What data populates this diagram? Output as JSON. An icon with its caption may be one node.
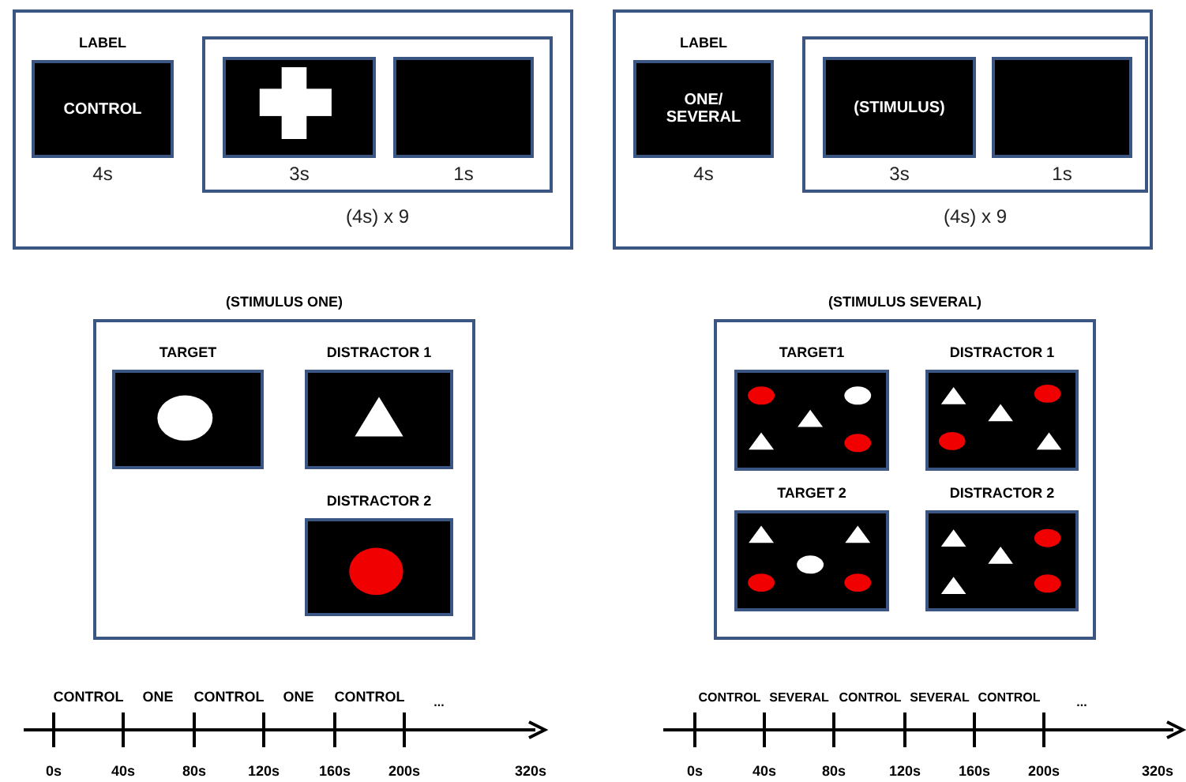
{
  "diagram": {
    "nodes": [
      {
        "text": [],
        "shape": "box"
      },
      {
        "text": [
          "LABEL",
          "CONTROL"
        ],
        "in": 0,
        "beside": [
          "4s"
        ]
      },
      {
        "text": [],
        "shape": "box",
        "in": 0,
        "beside": [
          "(4s) x 9"
        ]
      },
      {
        "text": [],
        "shape": "picture",
        "in": 2,
        "beside": [
          "3s"
        ]
      },
      {
        "text": [],
        "shape": "box",
        "in": 2,
        "beside": [
          "1s"
        ]
      },
      {
        "text": [],
        "shape": "box"
      },
      {
        "text": [
          "LABEL",
          "ONE/ SEVERAL"
        ],
        "in": 5,
        "beside": [
          "4s"
        ]
      },
      {
        "text": [],
        "shape": "box",
        "in": 5,
        "beside": [
          "(4s) x 9"
        ]
      },
      {
        "text": [
          "(STIMULUS)"
        ],
        "in": 7,
        "beside": [
          "3s"
        ]
      },
      {
        "text": [],
        "shape": "box",
        "in": 7,
        "beside": [
          "1s"
        ]
      },
      {
        "text": [
          "(STIMULUS ONE)"
        ]
      },
      {
        "text": [
          "TARGET"
        ],
        "in": 10
      },
      {
        "text": [
          "DISTRACTOR 1"
        ],
        "in": 10
      },
      {
        "text": [
          "DISTRACTOR 2"
        ],
        "in": 10
      },
      {
        "text": [
          "(STIMULUS SEVERAL)"
        ]
      },
      {
        "text": [
          "TARGET1"
        ],
        "in": 14
      },
      {
        "text": [
          "DISTRACTOR 1"
        ],
        "in": 14
      },
      {
        "text": [
          "TARGET 2"
        ],
        "in": 14
      },
      {
        "text": [
          "DISTRACTOR 2"
        ],
        "in": 14
      }
    ],
    "labels": [
      "CONTROL",
      "ONE",
      "CONTROL",
      "ONE",
      "CONTROL",
      "...",
      "0s",
      "40s",
      "80s",
      "120s",
      "160s",
      "200s",
      "320s",
      "CONTROL",
      "SEVERAL",
      "CONTROL",
      "SEVERAL",
      "CONTROL",
      "...",
      "0s",
      "40s",
      "80s",
      "120s",
      "160s",
      "200s",
      "320s"
    ]
  }
}
